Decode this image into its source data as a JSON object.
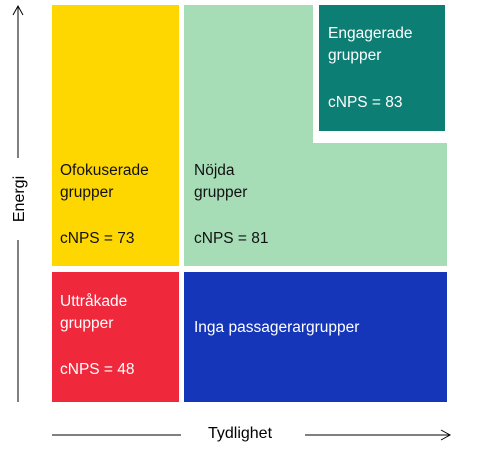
{
  "axes": {
    "y_title": "Energi",
    "x_title": "Tydlighet"
  },
  "quadrants": {
    "unfocused": {
      "label": "Ofokuserade\ngrupper",
      "nps": "cNPS = 73",
      "color": "#FFD700"
    },
    "satisfied": {
      "label": "Nöjda\ngrupper",
      "nps": "cNPS = 81",
      "color": "#A6DDB6"
    },
    "engaged": {
      "label": "Engagerade\ngrupper",
      "nps": "cNPS = 83",
      "color": "#0C7E73"
    },
    "bored": {
      "label": "Uttråkade\ngrupper",
      "nps": "cNPS = 48",
      "color": "#F0283C"
    },
    "none": {
      "label": "Inga passagerargrupper",
      "color": "#1536B8"
    }
  }
}
